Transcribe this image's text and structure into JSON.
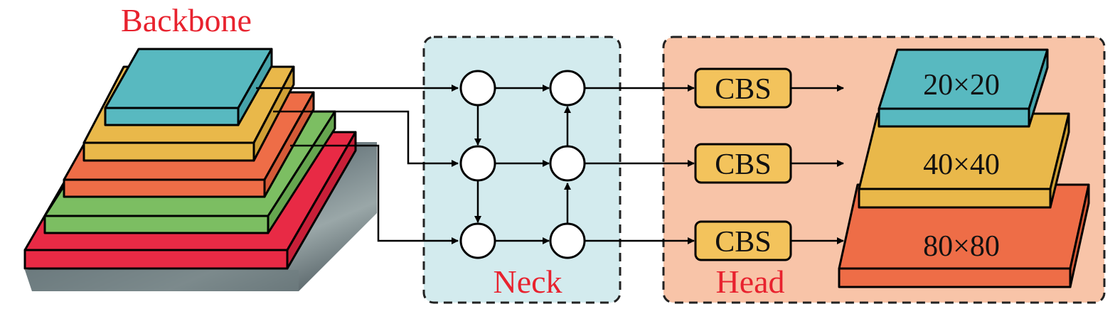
{
  "labels": {
    "backbone": "Backbone",
    "neck": "Neck",
    "head": "Head"
  },
  "cbs": [
    "CBS",
    "CBS",
    "CBS"
  ],
  "outputs": [
    "20×20",
    "40×40",
    "80×80"
  ],
  "colors": {
    "label_red": "#e8222e",
    "neck_bg": "#d3ebee",
    "head_bg": "#f8c4a8",
    "cyan": "#58b9c0",
    "yellow": "#e9b84a",
    "orange": "#ee6d47",
    "green": "#7cbe62",
    "red": "#e82a45",
    "cbs_fill": "#f3c35c"
  }
}
